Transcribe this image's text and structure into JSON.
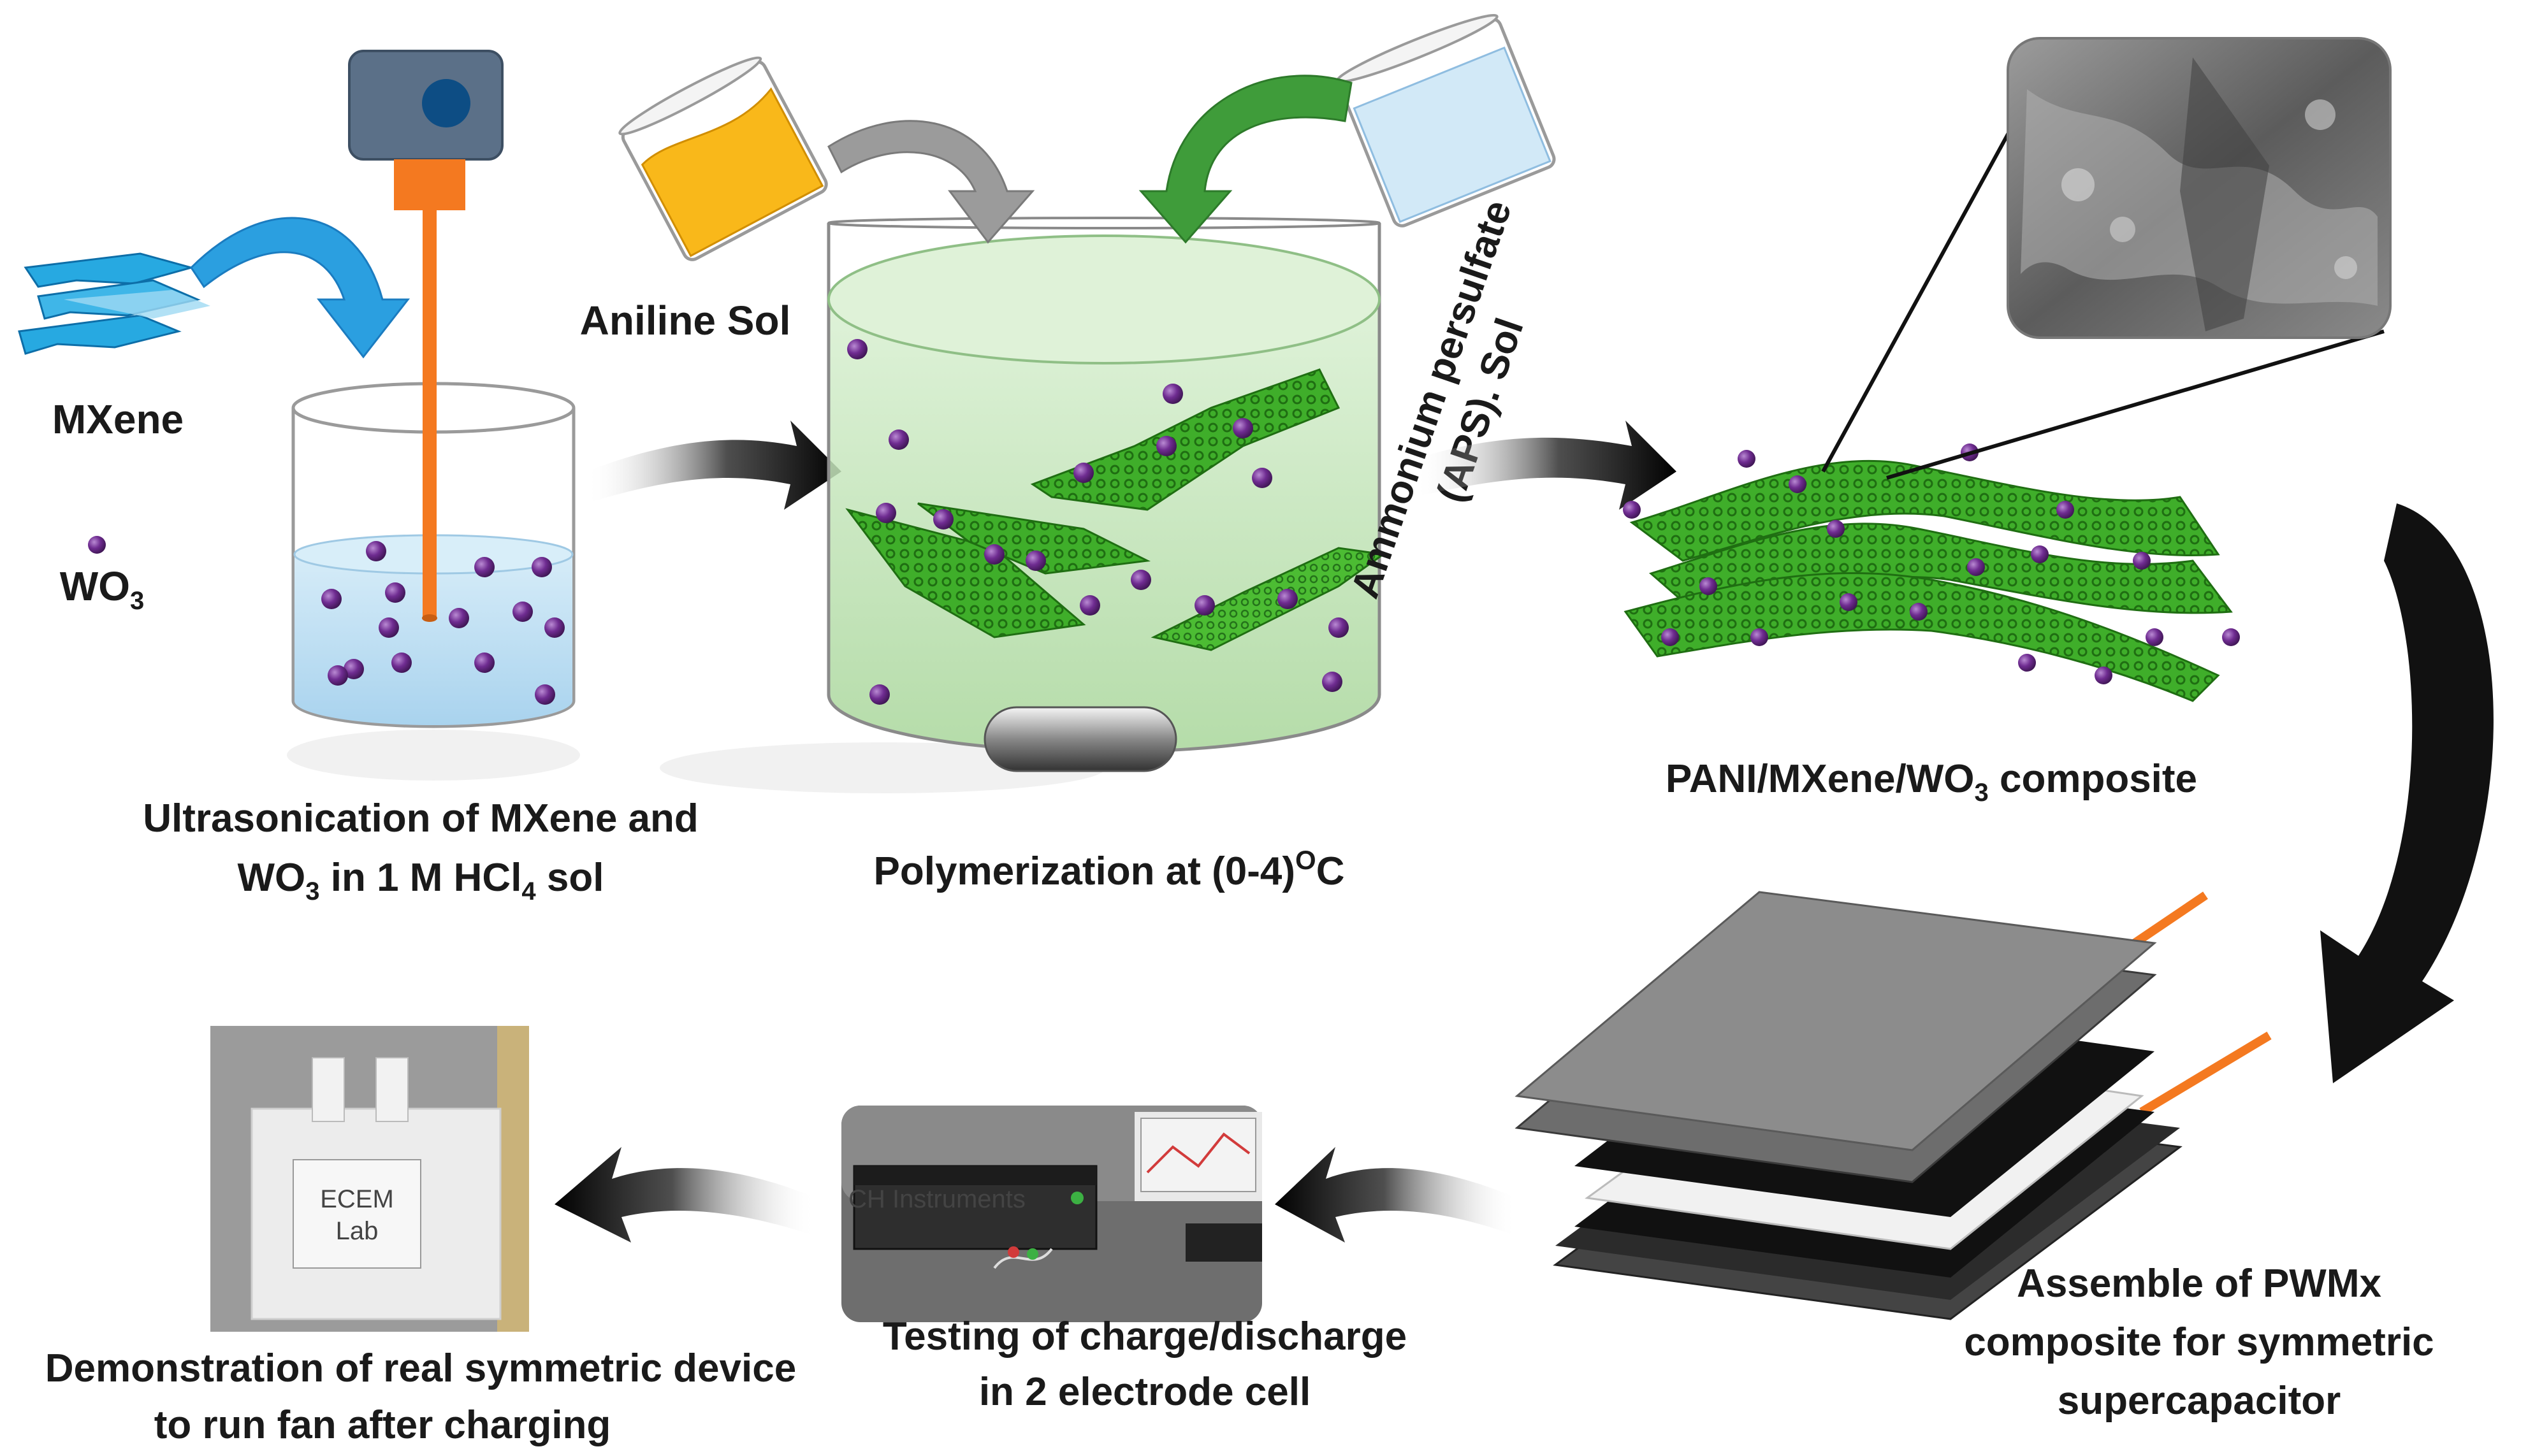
{
  "labels": {
    "mxene": "MXene",
    "wo3_main": "WO",
    "wo3_sub": "3",
    "aniline": "Aniline Sol",
    "aps_line1": "Ammonium persulfate",
    "aps_line2": "(APS). Sol",
    "ultra_line1": "Ultrasonication of MXene and",
    "ultra_line2_a": "WO",
    "ultra_line2_sub1": "3",
    "ultra_line2_b": " in 1 M HCl",
    "ultra_line2_sub2": "4",
    "ultra_line2_c": " sol",
    "poly_a": "Polymerization at (0-4)",
    "poly_sup": "O",
    "poly_b": "C",
    "composite_a": "PANI/MXene/WO",
    "composite_sub": "3",
    "composite_b": " composite",
    "assemble_line1": "Assemble of PWMx",
    "assemble_line2": "composite for symmetric",
    "assemble_line3": "supercapacitor",
    "testing_line1": "Testing of charge/discharge",
    "testing_line2": "in 2 electrode cell",
    "demo_line1": "Demonstration of real symmetric device",
    "demo_line2": "to run fan after charging",
    "pouch_line1": "ECEM",
    "pouch_line2": "Lab",
    "instrument_text": "CH Instruments"
  },
  "colors": {
    "mxene_blue": "#27a9e1",
    "particle_purple": "#6f2c91",
    "sheet_green": "#3fae2a",
    "solution_blue": "#bfe0f3",
    "solution_green": "#c9e8c0",
    "probe_orange": "#f47920",
    "arrow_black": "#111111"
  }
}
